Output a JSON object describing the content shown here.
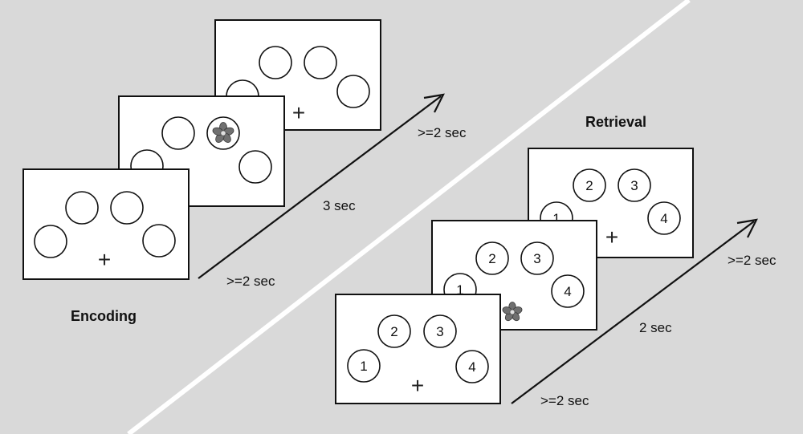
{
  "encoding": {
    "label": "Encoding",
    "fixation": "+",
    "timings": {
      "fixation": ">=2 sec",
      "stimulus": "3 sec",
      "post": ">=2 sec"
    }
  },
  "retrieval": {
    "label": "Retrieval",
    "fixation": "+",
    "slot_labels": [
      "1",
      "2",
      "3",
      "4"
    ],
    "timings": {
      "fixation": ">=2 sec",
      "stimulus": "2 sec",
      "post": ">=2 sec"
    }
  },
  "icons": {
    "stimulus": "flower-icon"
  },
  "colors": {
    "background": "#d9d9d9",
    "divider": "#ffffff",
    "stroke": "#111111"
  }
}
